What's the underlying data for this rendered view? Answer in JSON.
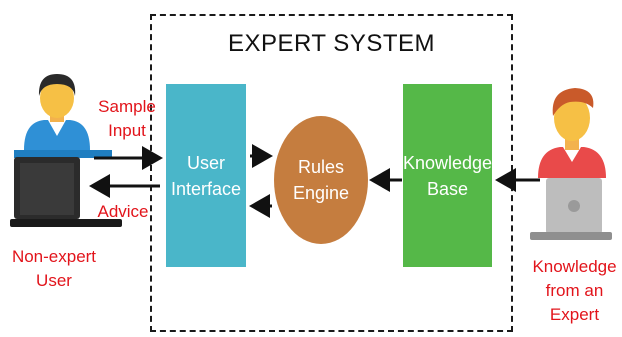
{
  "title": "EXPERT SYSTEM",
  "blocks": {
    "user_interface": "User\nInterface",
    "rules_engine": "Rules\nEngine",
    "knowledge_base": "Knowledge\nBase"
  },
  "labels": {
    "sample_input": "Sample\nInput",
    "advice": "Advice",
    "non_expert_user": "Non-expert\nUser",
    "expert": "Knowledge\nfrom an\nExpert"
  },
  "colors": {
    "user_interface": "#4ab6c9",
    "rules_engine": "#c57d3f",
    "knowledge_base": "#55b848",
    "label_text": "#e2141b"
  },
  "icons": {
    "left_person": "user-at-laptop-icon",
    "right_person": "expert-at-laptop-icon"
  }
}
